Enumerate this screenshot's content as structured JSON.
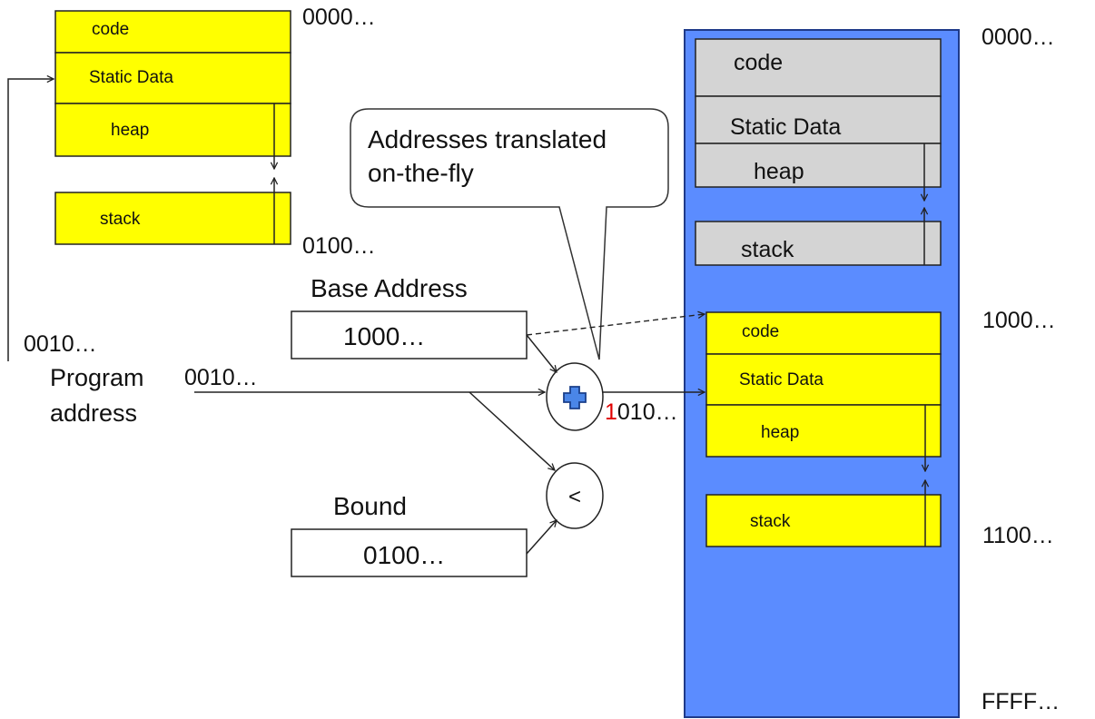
{
  "program_space": {
    "segments": [
      "code",
      "Static Data",
      "heap",
      "stack"
    ],
    "addr_top": "0000…",
    "addr_bottom": "0100…"
  },
  "callout": {
    "line1": "Addresses translated",
    "line2": "on-the-fly"
  },
  "base": {
    "label": "Base Address",
    "value": "1000…"
  },
  "bound": {
    "label": "Bound",
    "value": "0100…"
  },
  "program_address": {
    "left_value": "0010…",
    "label_line1": "Program",
    "label_line2": "address",
    "input_value": "0010…"
  },
  "adder": {
    "symbol": "+",
    "result_first_digit": "1",
    "result_rest": "010…"
  },
  "comparator": {
    "symbol": "<"
  },
  "physical_memory": {
    "other_segments": [
      "code",
      "Static Data",
      "heap",
      "stack"
    ],
    "mapped_segments": [
      "code",
      "Static Data",
      "heap",
      "stack"
    ],
    "addresses": [
      "0000…",
      "1000…",
      "1100…",
      "FFFF…"
    ]
  },
  "colors": {
    "segment_yellow": "#ffff00",
    "segment_gray": "#d4d4d4",
    "memory_blue": "#5b8cff",
    "highlight_red": "#e00000"
  }
}
